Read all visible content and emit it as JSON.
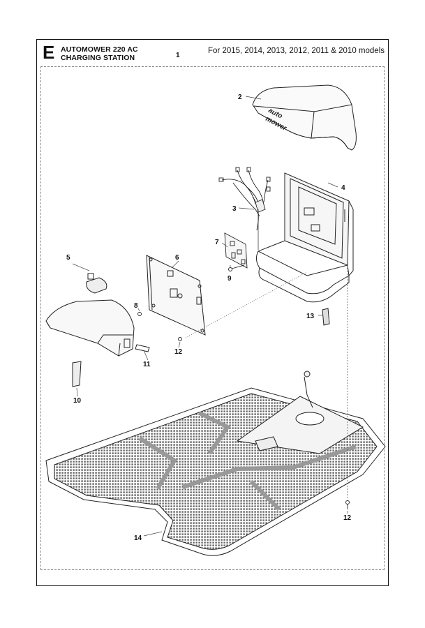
{
  "header": {
    "section_letter": "E",
    "title_line1": "AUTOMOWER 220 AC",
    "title_line2": "CHARGING STATION",
    "assembly_number": "1",
    "models": "For 2015, 2014, 2013, 2012, 2011 & 2010 models"
  },
  "callouts": {
    "c2": "2",
    "c3": "3",
    "c4": "4",
    "c5": "5",
    "c6": "6",
    "c7": "7",
    "c8": "8",
    "c9": "9",
    "c10": "10",
    "c11": "11",
    "c12a": "12",
    "c12b": "12",
    "c13": "13",
    "c14": "14"
  },
  "cover_logo": {
    "line1": "auto",
    "line2": "mower"
  }
}
